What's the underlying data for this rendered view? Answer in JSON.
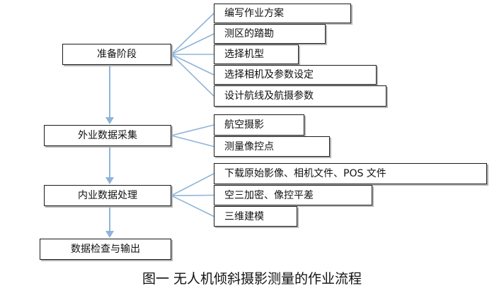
{
  "diagram": {
    "caption": "图一 无人机倾斜摄影测量的作业流程",
    "colors": {
      "box_border": "#1a1a1a",
      "connector": "#8fb4d9",
      "arrow": "#8fb4d9",
      "text": "#111111"
    },
    "stages": [
      {
        "label": "准备阶段",
        "tasks": [
          "编写作业方案",
          "测区的踏勘",
          "选择机型",
          "选择相机及参数设定",
          "设计航线及航摄参数"
        ]
      },
      {
        "label": "外业数据采集",
        "tasks": [
          "航空摄影",
          "测量像控点"
        ]
      },
      {
        "label": "内业数据处理",
        "tasks": [
          "下载原始影像、相机文件、POS 文件",
          "空三加密、像控平差",
          "三维建模"
        ]
      },
      {
        "label": "数据检查与输出",
        "tasks": []
      }
    ]
  }
}
